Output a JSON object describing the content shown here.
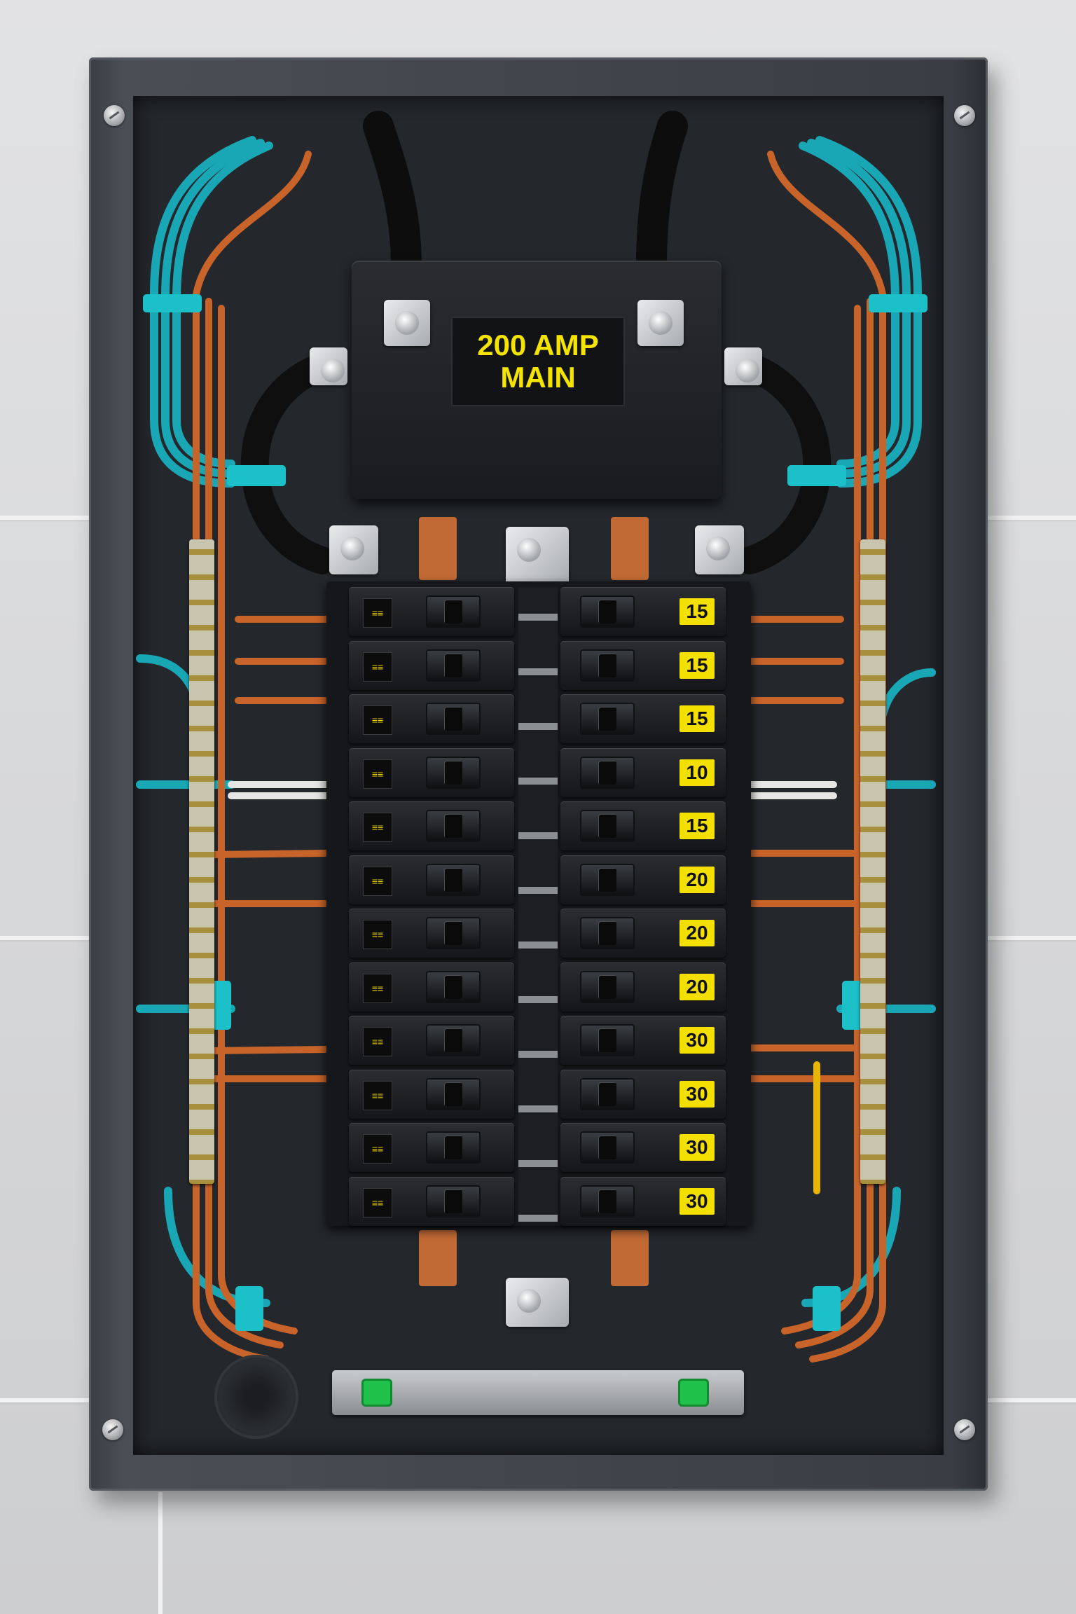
{
  "main_breaker": {
    "label_line1": "200 AMP",
    "label_line2": "MAIN"
  },
  "breakers": {
    "left_tag": "≡≡",
    "right_ratings": [
      "15",
      "15",
      "15",
      "10",
      "15",
      "20",
      "20",
      "20",
      "30",
      "30",
      "30",
      "30"
    ]
  },
  "colors": {
    "rating_label": "#f3e000",
    "main_label_text": "#f5e400",
    "wire_cyan": "#1aa7b5",
    "wire_copper": "#c8642a",
    "enclosure": "#3b3f45"
  }
}
